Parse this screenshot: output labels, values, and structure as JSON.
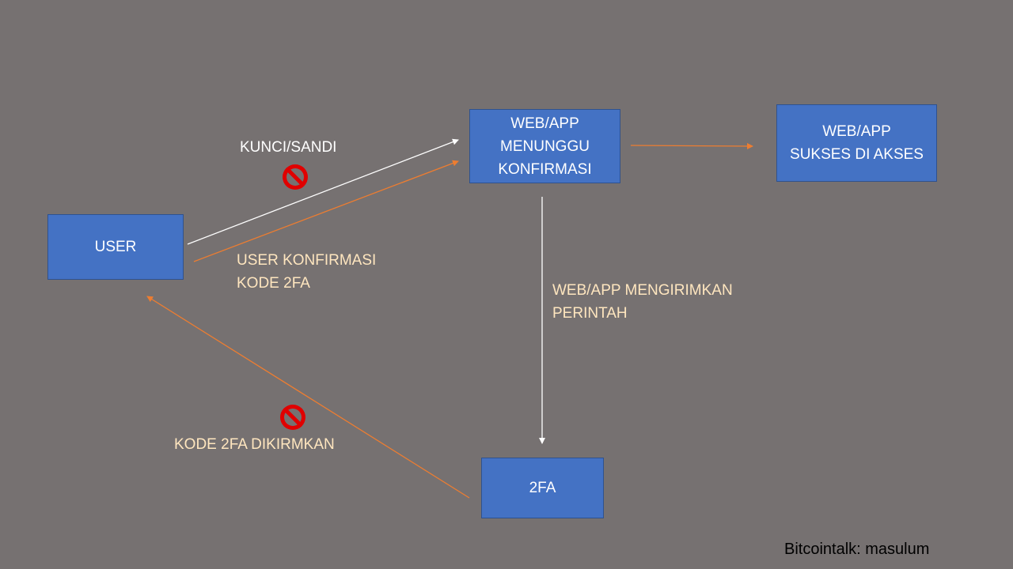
{
  "boxes": {
    "user": "USER",
    "wait": "WEB/APP\nMENUNGGU\nKONFIRMASI",
    "success": "WEB/APP\nSUKSES DI AKSES",
    "twofa": "2FA"
  },
  "labels": {
    "kunci": "KUNCI/SANDI",
    "konfirmasi": "USER KONFIRMASI\nKODE 2FA",
    "mengirimkan": "WEB/APP MENGIRIMKAN\nPERINTAH",
    "kode_dikirim": "KODE 2FA DIKIRMKAN"
  },
  "credit": "Bitcointalk: masulum",
  "colors": {
    "background": "#767171",
    "box_fill": "#4472c4",
    "arrow_white": "#ffffff",
    "arrow_orange": "#ed7d31",
    "label_cream": "#ffe6bf",
    "prohibited": "#e00000"
  },
  "icons": [
    "prohibited-icon",
    "prohibited-icon"
  ]
}
